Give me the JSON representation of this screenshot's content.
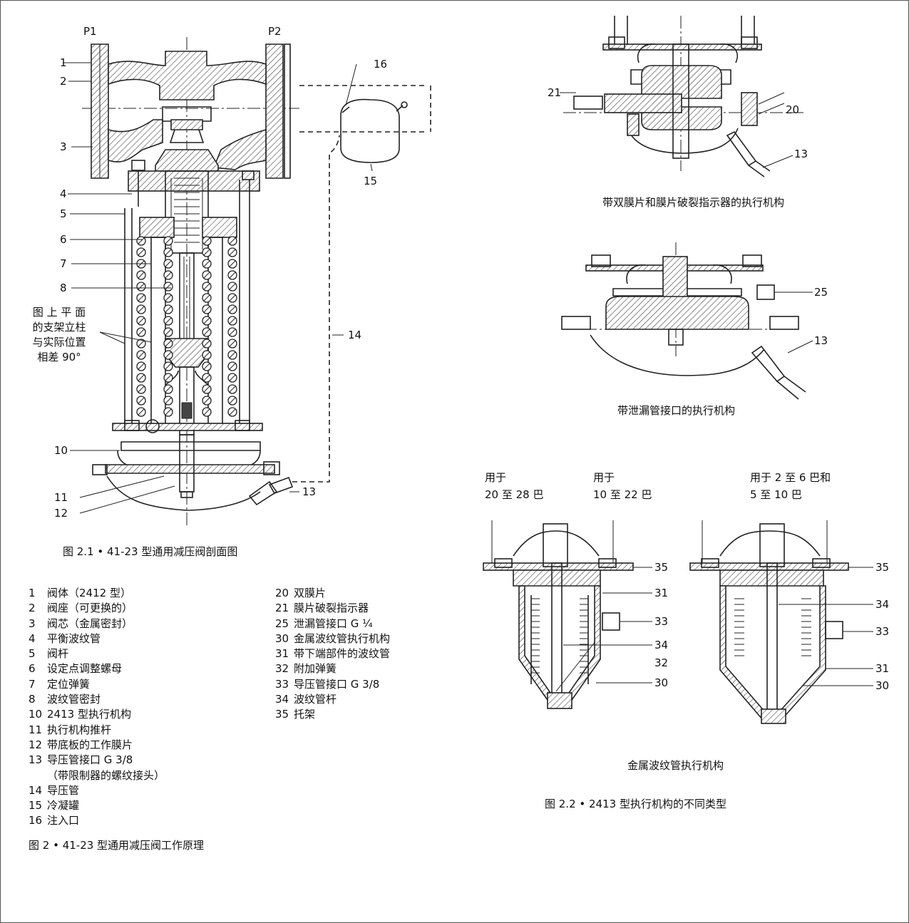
{
  "labels": {
    "p1": "P1",
    "p2": "P2",
    "n1": "1",
    "n2": "2",
    "n3": "3",
    "n4": "4",
    "n5": "5",
    "n6": "6",
    "n7": "7",
    "n8": "8",
    "n10": "10",
    "n11": "11",
    "n12": "12",
    "n13": "13",
    "n14": "14",
    "n15": "15",
    "n16": "16",
    "n20": "20",
    "n21": "21",
    "n25": "25",
    "n30": "30",
    "n31": "31",
    "n32": "32",
    "n33": "33",
    "n34": "34",
    "n35": "35"
  },
  "note": {
    "line1": "图 上 平 面",
    "line2": "的支架立柱",
    "line3": "与实际位置",
    "line4": "相差 90°"
  },
  "captions": {
    "fig21": "图 2.1 •  41-23 型通用减压阀剖面图",
    "double_diaphragm": "带双膜片和膜片破裂指示器的执行机构",
    "leak_line": "带泄漏管接口的执行机构",
    "metal_bellows": "金属波纹管执行机构",
    "fig22": "图 2.2 •  2413 型执行机构的不同类型",
    "fig2": "图 2 •  41-23 型通用减压阀工作原理"
  },
  "ranges": {
    "r1a": "用于",
    "r1b": "20 至 28 巴",
    "r2a": "用于",
    "r2b": "10 至 22 巴",
    "r3a": "用于 2 至 6 巴和",
    "r3b": "5 至 10 巴"
  },
  "legend_left": [
    {
      "num": "1",
      "text": "阀体（2412 型）"
    },
    {
      "num": "2",
      "text": "阀座（可更换的）"
    },
    {
      "num": "3",
      "text": "阀芯（金属密封）"
    },
    {
      "num": "4",
      "text": "平衡波纹管"
    },
    {
      "num": "5",
      "text": "阀杆"
    },
    {
      "num": "6",
      "text": "设定点调整螺母"
    },
    {
      "num": "7",
      "text": "定位弹簧"
    },
    {
      "num": "8",
      "text": "波纹管密封"
    },
    {
      "num": "10",
      "text": "2413 型执行机构"
    },
    {
      "num": "11",
      "text": "执行机构推杆"
    },
    {
      "num": "12",
      "text": "带底板的工作膜片"
    },
    {
      "num": "13",
      "text": "导压管接口 G 3/8"
    },
    {
      "num": "",
      "text": "（带限制器的螺纹接头）"
    },
    {
      "num": "14",
      "text": "导压管"
    },
    {
      "num": "15",
      "text": "冷凝罐"
    },
    {
      "num": "16",
      "text": "注入口"
    }
  ],
  "legend_right": [
    {
      "num": "20",
      "text": "双膜片"
    },
    {
      "num": "21",
      "text": "膜片破裂指示器"
    },
    {
      "num": "25",
      "text": "泄漏管接口  G ¼"
    },
    {
      "num": "30",
      "text": "金属波纹管执行机构"
    },
    {
      "num": "31",
      "text": "带下端部件的波纹管"
    },
    {
      "num": "32",
      "text": "附加弹簧"
    },
    {
      "num": "33",
      "text": "导压管接口 G 3/8"
    },
    {
      "num": "34",
      "text": "波纹管杆"
    },
    {
      "num": "35",
      "text": "托架"
    }
  ]
}
